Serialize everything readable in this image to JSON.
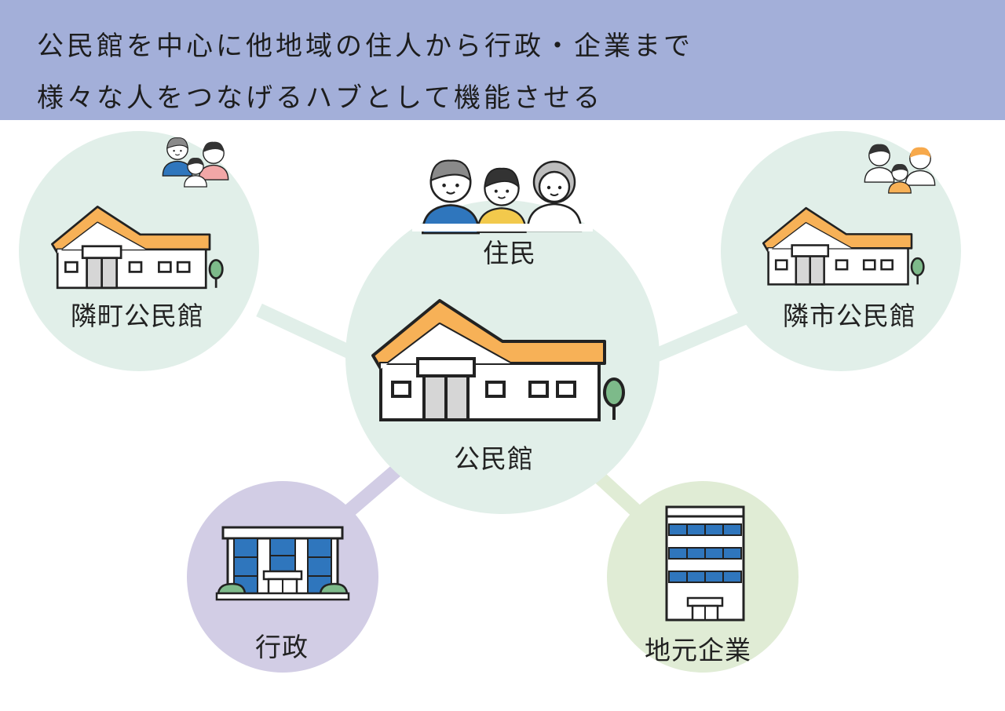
{
  "header": {
    "line1": "公民館を中心に他地域の住人から行政・企業まで",
    "line2": "様々な人をつなげるハブとして機能させる",
    "background": "#a3afd9"
  },
  "nodes": {
    "center": {
      "label": "公民館",
      "residents_label": "住民"
    },
    "neighbor_town": {
      "label": "隣町公民館"
    },
    "neighbor_city": {
      "label": "隣市公民館"
    },
    "government": {
      "label": "行政"
    },
    "local_company": {
      "label": "地元企業"
    }
  },
  "colors": {
    "hall_circle": "#e1efe9",
    "government_circle": "#d2cde5",
    "company_circle": "#e0ecd5",
    "roof": "#f7b157",
    "building_blue": "#2f76bd",
    "tree": "#7dba8a"
  }
}
